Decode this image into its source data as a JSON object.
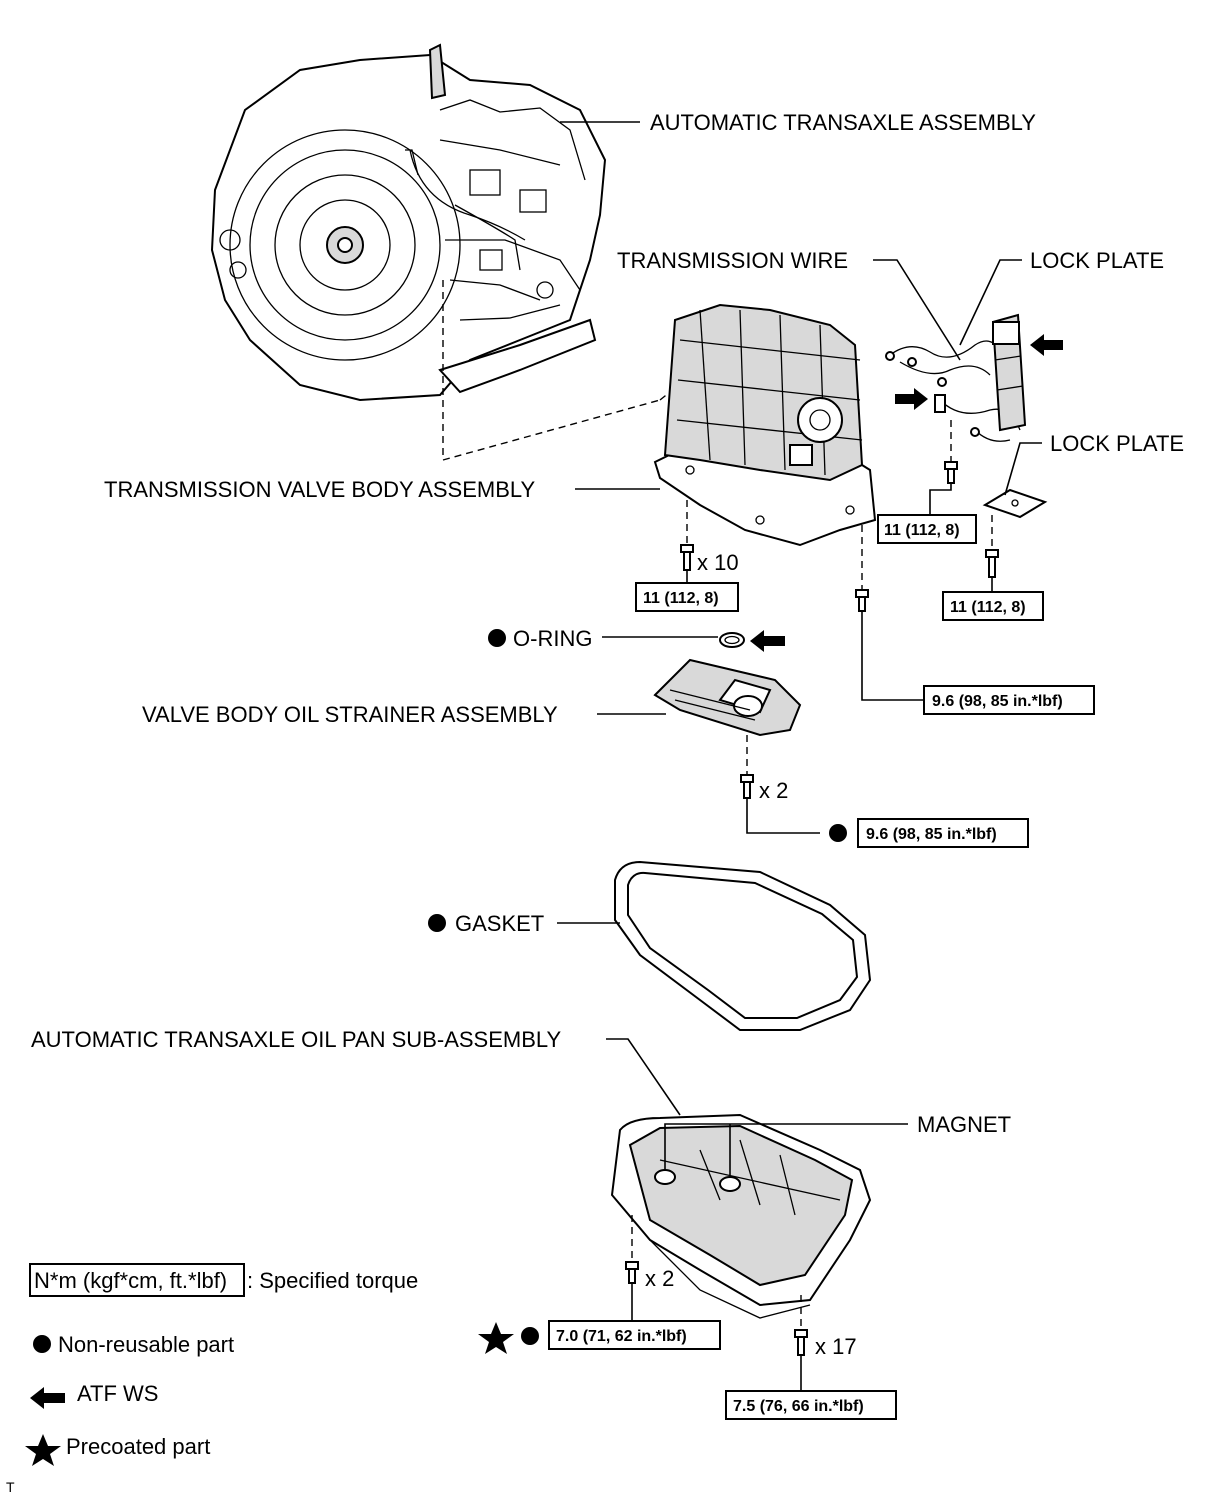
{
  "parts": {
    "automatic_transaxle_assembly": "AUTOMATIC TRANSAXLE ASSEMBLY",
    "transmission_wire": "TRANSMISSION WIRE",
    "lock_plate_1": "LOCK PLATE",
    "lock_plate_2": "LOCK PLATE",
    "transmission_valve_body_assembly": "TRANSMISSION VALVE BODY ASSEMBLY",
    "o_ring": "O-RING",
    "valve_body_oil_strainer_assembly": "VALVE BODY OIL STRAINER ASSEMBLY",
    "gasket": "GASKET",
    "oil_pan_sub_assembly": "AUTOMATIC TRANSAXLE OIL PAN SUB-ASSEMBLY",
    "magnet": "MAGNET"
  },
  "torques": {
    "wire_bolt": "11 (112, 8)",
    "lock_plate_bolt": "11 (112, 8)",
    "valve_body_bolts": "11 (112, 8)",
    "valve_body_long_bolt": "9.6 (98, 85 in.*lbf)",
    "strainer_bolts": "9.6 (98, 85 in.*lbf)",
    "pan_precoated_bolts": "7.0 (71, 62 in.*lbf)",
    "pan_bolts": "7.5 (76, 66 in.*lbf)"
  },
  "counts": {
    "valve_body": "x 10",
    "strainer": "x 2",
    "pan_precoated": "x 2",
    "pan": "x 17"
  },
  "legend": {
    "torque_box": "N*m (kgf*cm, ft.*lbf)",
    "torque_desc": ": Specified torque",
    "non_reusable": "Non-reusable part",
    "atf": "ATF WS",
    "precoated": "Precoated part"
  },
  "footer_mark": "T"
}
